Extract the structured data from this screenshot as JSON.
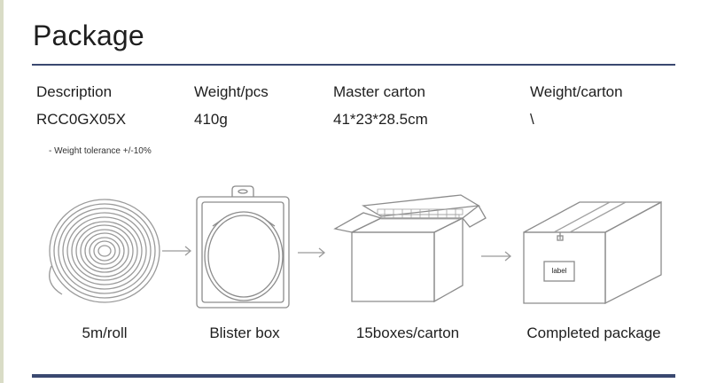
{
  "header": {
    "title": "Package"
  },
  "spec_table": {
    "headers": [
      "Description",
      "Weight/pcs",
      "Master carton",
      "Weight/carton"
    ],
    "row": [
      "RCC0GX05X",
      "410g",
      "41*23*28.5cm",
      "\\"
    ]
  },
  "note": "- Weight tolerance +/-10%",
  "steps": [
    {
      "caption": "5m/roll",
      "icon": "coil-roll-icon"
    },
    {
      "caption": "Blister box",
      "icon": "blister-box-icon"
    },
    {
      "caption": "15boxes/carton",
      "icon": "open-carton-icon"
    },
    {
      "caption": "Completed package",
      "icon": "sealed-carton-icon"
    }
  ],
  "carton_label": "label",
  "colors": {
    "rule": "#3a4870",
    "line": "#9a9a9a"
  }
}
